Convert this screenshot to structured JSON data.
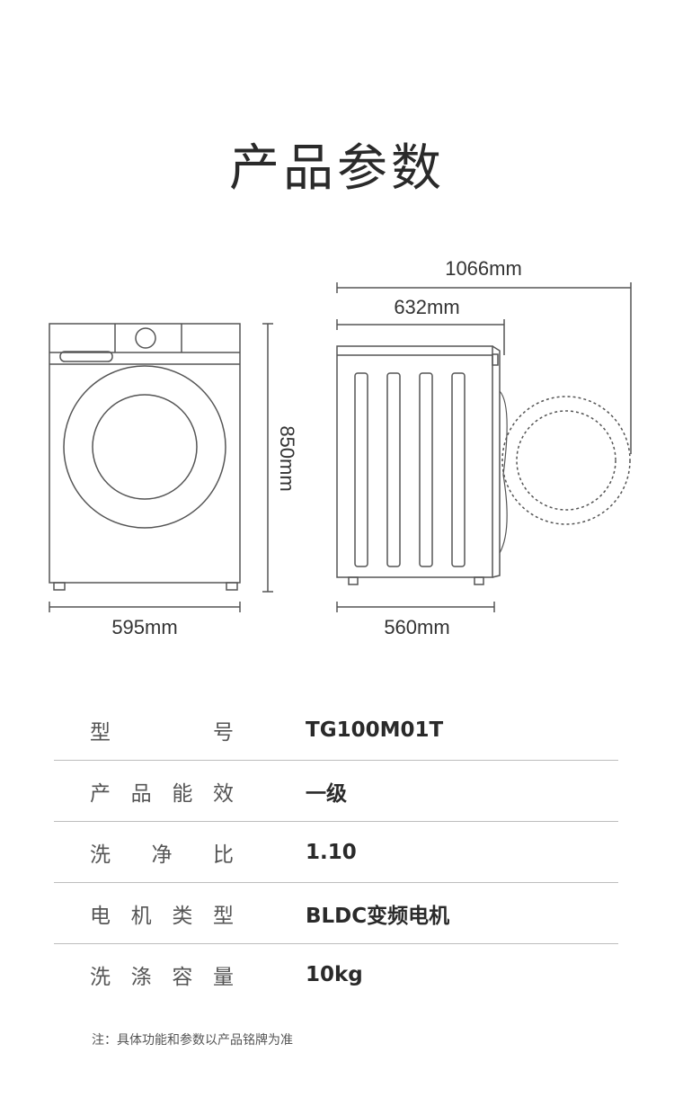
{
  "title": "产品参数",
  "dimensions": {
    "width": "595mm",
    "height": "850mm",
    "depth_body": "560mm",
    "depth_with_door": "632mm",
    "depth_door_open": "1066mm"
  },
  "specs": [
    {
      "label": "型 号",
      "label_chars": [
        "型",
        "号"
      ],
      "value": "TG100M01T"
    },
    {
      "label": "产品能效",
      "label_chars": [
        "产",
        "品",
        "能",
        "效"
      ],
      "value": "一级"
    },
    {
      "label": "洗净比",
      "label_chars": [
        "洗",
        "净",
        "比"
      ],
      "value": "1.10"
    },
    {
      "label": "电机类型",
      "label_chars": [
        "电",
        "机",
        "类",
        "型"
      ],
      "value": "BLDC变频电机"
    },
    {
      "label": "洗涤容量",
      "label_chars": [
        "洗",
        "涤",
        "容",
        "量"
      ],
      "value": "10kg"
    }
  ],
  "note": "注：具体功能和参数以产品铭牌为准",
  "colors": {
    "line": "#555555",
    "text": "#2a2a2a",
    "divider": "#bdbdbd"
  }
}
